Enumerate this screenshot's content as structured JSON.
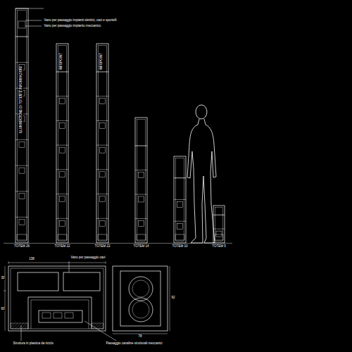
{
  "diagram": {
    "labels": [
      "Vano per passaggio impianti elettrici, cavi e sportelli",
      "Vano per passaggio impianto meccanico",
      "ILLUMINAZIONE DI TOTEM E INFORMAZIONI",
      "INFOPOINT",
      "INFOPOINT",
      "TOTEM 26",
      "TOTEM 22",
      "TOTEM 22",
      "TOTEM 14",
      "TOTEM 10",
      "TOTEM 5",
      "Vano per passaggio cavi",
      "138",
      "30",
      "60",
      "78",
      "92",
      "Struttura in plastica da riciclo",
      "Passaggio canaline strutturali meccanici"
    ]
  }
}
